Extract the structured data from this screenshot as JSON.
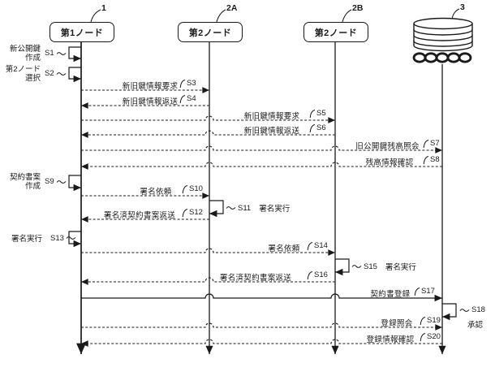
{
  "figure_type": "sequence-diagram",
  "colors": {
    "line": "#1a1a1a",
    "background": "#ffffff",
    "text": "#1a1a1a"
  },
  "nodes": {
    "node1": {
      "ref_label": "1",
      "name": "第1ノード"
    },
    "node2a": {
      "ref_label": "2A",
      "name": "第2ノード"
    },
    "node2b": {
      "ref_label": "2B",
      "name": "第2ノード"
    },
    "ledger": {
      "ref_label": "3",
      "icon": "database-cylinder-with-blockchain-chain"
    }
  },
  "activities": {
    "s1": {
      "id": "S1",
      "label_lines": [
        "新公開鍵",
        "作成"
      ],
      "on": "node1"
    },
    "s2": {
      "id": "S2",
      "label_lines": [
        "第2ノード",
        "選択"
      ],
      "on": "node1"
    },
    "s9": {
      "id": "S9",
      "label_lines": [
        "契約書案",
        "作成"
      ],
      "on": "node1"
    },
    "s13": {
      "id": "S13",
      "label": "署名実行",
      "on": "node1"
    },
    "s11": {
      "id": "S11",
      "label": "署名実行",
      "on": "node2a"
    },
    "s15": {
      "id": "S15",
      "label": "署名実行",
      "on": "node2b"
    },
    "s18": {
      "id": "S18",
      "label": "承認",
      "on": "ledger"
    }
  },
  "messages": {
    "s3": {
      "id": "S3",
      "text": "新旧鍵情報要求",
      "from": "node1",
      "to": "node2a",
      "line": "dashed"
    },
    "s4": {
      "id": "S4",
      "text": "新旧鍵情報返送",
      "from": "node2a",
      "to": "node1",
      "line": "dashed"
    },
    "s5": {
      "id": "S5",
      "text": "新旧鍵情報要求",
      "from": "node1",
      "to": "node2b",
      "line": "dashed"
    },
    "s6": {
      "id": "S6",
      "text": "新旧鍵情報返送",
      "from": "node2b",
      "to": "node1",
      "line": "dashed"
    },
    "s7": {
      "id": "S7",
      "text": "旧公開鍵残高照会",
      "from": "node1",
      "to": "ledger",
      "line": "dashed"
    },
    "s8": {
      "id": "S8",
      "text": "残高情報確認",
      "from": "ledger",
      "to": "node1",
      "line": "dashed"
    },
    "s10": {
      "id": "S10",
      "text": "署名依頼",
      "from": "node1",
      "to": "node2a",
      "line": "dashed"
    },
    "s12": {
      "id": "S12",
      "text": "署名済契約書案返送",
      "from": "node2a",
      "to": "node1",
      "line": "dashed"
    },
    "s14": {
      "id": "S14",
      "text": "署名依頼",
      "from": "node1",
      "to": "node2b",
      "line": "dashed"
    },
    "s16": {
      "id": "S16",
      "text": "署名済契約書案返送",
      "from": "node2b",
      "to": "node1",
      "line": "dashed"
    },
    "s17": {
      "id": "S17",
      "text": "契約書登録",
      "from": "node1",
      "to": "ledger",
      "line": "solid"
    },
    "s19": {
      "id": "S19",
      "text": "登録照会",
      "from": "node1",
      "to": "ledger",
      "line": "dashed"
    },
    "s20": {
      "id": "S20",
      "text": "登録情報確認",
      "from": "ledger",
      "to": "node1",
      "line": "dashed"
    }
  }
}
